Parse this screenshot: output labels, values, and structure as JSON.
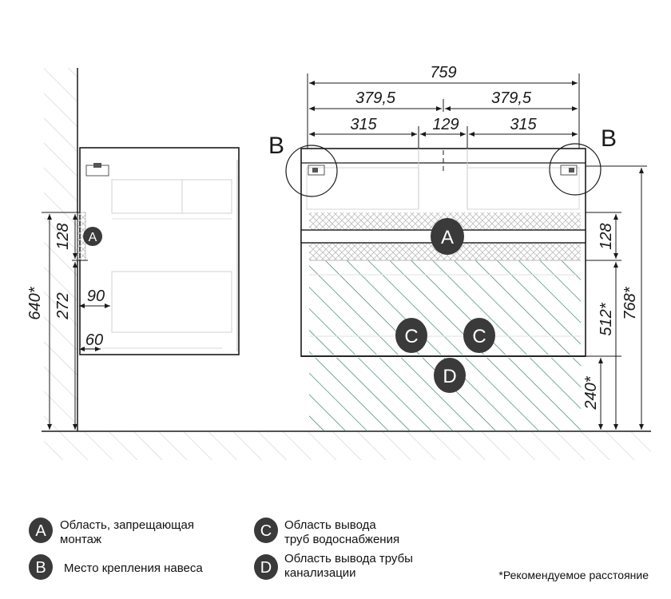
{
  "dimensions": {
    "total_width": "759",
    "half_left": "379,5",
    "half_right": "379,5",
    "seg_left": "315",
    "seg_mid": "129",
    "seg_right": "315",
    "side_128": "128",
    "side_640": "640*",
    "side_272": "272",
    "side_90": "90",
    "side_60": "60",
    "front_128": "128",
    "front_512": "512*",
    "front_768": "768*",
    "front_240": "240*"
  },
  "markers": {
    "a": "A",
    "b": "B",
    "c": "C",
    "d": "D"
  },
  "legend": {
    "a_line1": "Область, запрещающая",
    "a_line2": "монтаж",
    "b_text": "Место крепления навеса",
    "c_line1": "Область вывода",
    "c_line2": "труб водоснабжения",
    "d_line1": "Область вывода трубы",
    "d_line2": "канализации",
    "note": "*Рекомендуемое расстояние"
  },
  "colors": {
    "line": "#1a1a1a",
    "badge": "#3a3a3a",
    "hatch_green": "#2e7d5b",
    "hatch_grey": "#c8c8c8"
  }
}
